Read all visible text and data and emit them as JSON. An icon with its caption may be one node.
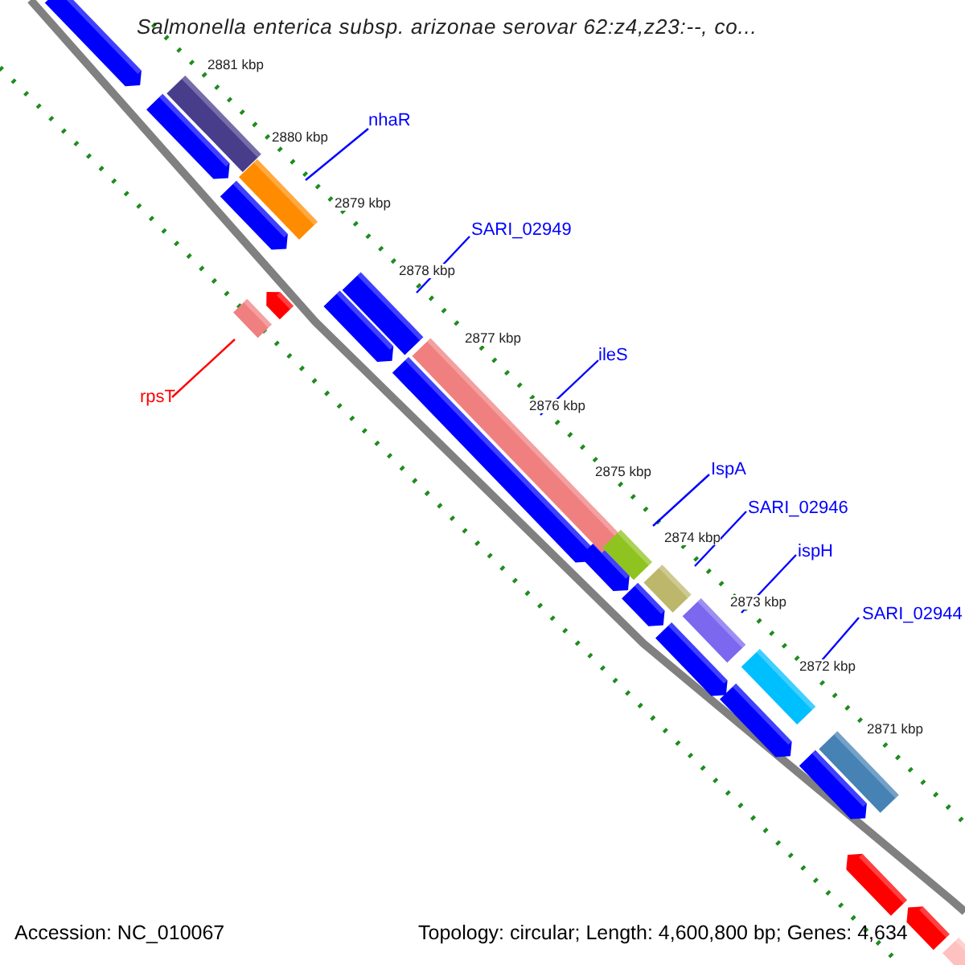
{
  "diagram": {
    "title": "Salmonella enterica subsp. arizonae serovar 62:z4,z23:--, co...",
    "nodes": [
      {
        "text": [
          "nhaR"
        ]
      },
      {
        "text": [],
        "shape": "bar"
      },
      {
        "text": [
          "SARI_02949"
        ]
      },
      {
        "text": [],
        "shape": "bar"
      },
      {
        "text": [
          "rpsT"
        ]
      },
      {
        "text": [],
        "shape": "bar"
      },
      {
        "text": [
          "ileS"
        ]
      },
      {
        "text": [],
        "shape": "bar"
      },
      {
        "text": [
          "IspA"
        ]
      },
      {
        "text": [],
        "shape": "bar"
      },
      {
        "text": [
          "SARI_02946"
        ]
      },
      {
        "text": [],
        "shape": "bar"
      },
      {
        "text": [
          "ispH"
        ]
      },
      {
        "text": [],
        "shape": "bar"
      },
      {
        "text": [
          "SARI_02944"
        ]
      },
      {
        "text": [],
        "shape": "bar"
      }
    ],
    "edges": [
      {
        "from": 0,
        "to": 1,
        "arrow": "none"
      },
      {
        "from": 2,
        "to": 3,
        "arrow": "none"
      },
      {
        "from": 4,
        "to": 5,
        "arrow": "none",
        "color": "#ff0000"
      },
      {
        "from": 6,
        "to": 7,
        "arrow": "none"
      },
      {
        "from": 8,
        "to": 9,
        "arrow": "none"
      },
      {
        "from": 10,
        "to": 11,
        "arrow": "none"
      },
      {
        "from": 12,
        "to": 13,
        "arrow": "none"
      },
      {
        "from": 14,
        "to": 15,
        "arrow": "none"
      }
    ],
    "labels": [
      "2881 kbp",
      "2880 kbp",
      "2879 kbp",
      "2878 kbp",
      "2877 kbp",
      "2876 kbp",
      "2875 kbp",
      "2874 kbp",
      "2873 kbp",
      "2872 kbp",
      "2871 kbp",
      "Accession: NC_010067",
      "Topology: circular; Length: 4,600,800 bp; Genes: 4,634"
    ]
  }
}
